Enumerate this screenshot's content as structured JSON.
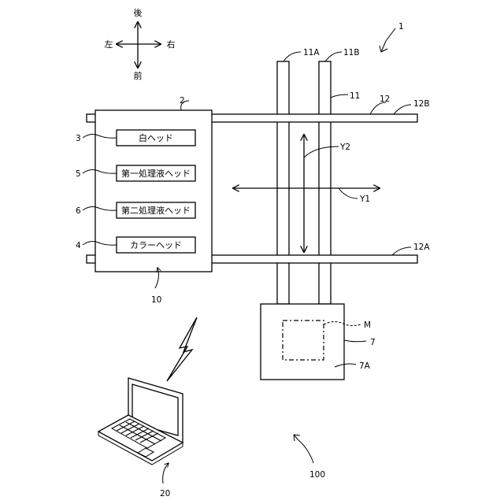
{
  "directions": {
    "back": "後",
    "front": "前",
    "left": "左",
    "right": "右"
  },
  "heads": {
    "white": "白ヘッド",
    "first_liquid": "第一処理液ヘッド",
    "second_liquid": "第二処理液ヘッド",
    "color": "カラーヘッド"
  },
  "refs": {
    "r1": "1",
    "r2": "2",
    "r3": "3",
    "r4": "4",
    "r5": "5",
    "r6": "6",
    "r7": "7",
    "r7a": "7A",
    "r10": "10",
    "r11": "11",
    "r11a": "11A",
    "r11b": "11B",
    "r12": "12",
    "r12a": "12A",
    "r12b": "12B",
    "r20": "20",
    "r100": "100",
    "y1": "Y1",
    "y2": "Y2",
    "m": "M"
  }
}
